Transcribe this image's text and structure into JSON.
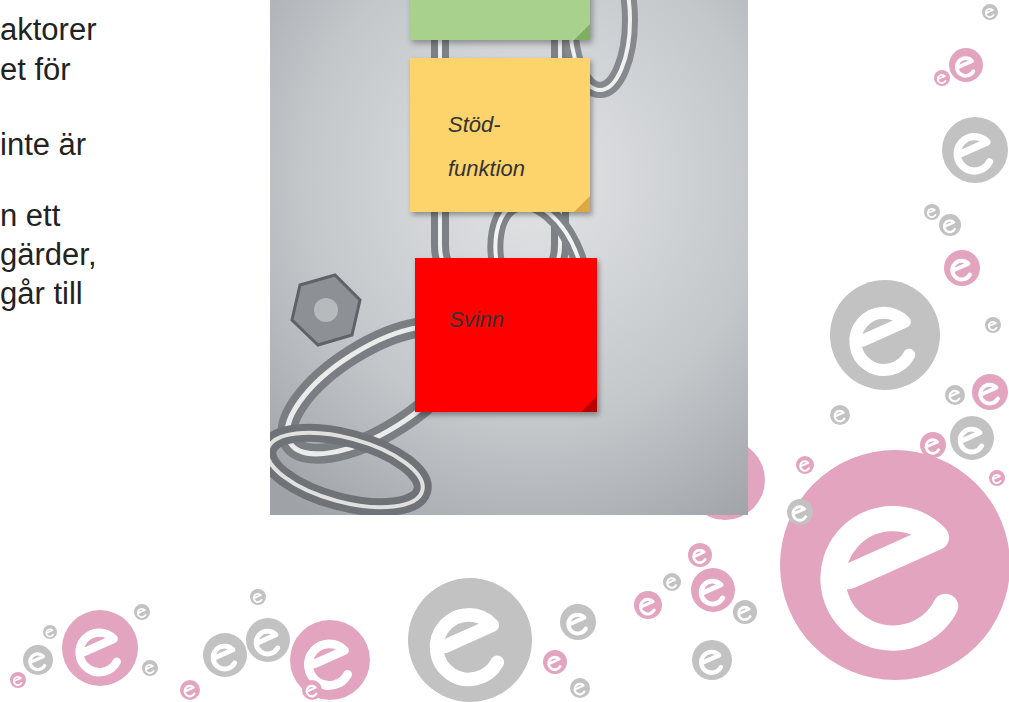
{
  "diagram": {
    "nodes": [
      {
        "text": [
          "Stöd- funktion"
        ]
      },
      {
        "text": [
          "Svinn"
        ]
      }
    ],
    "labels": [
      "aktorer",
      "et för",
      "inte är",
      "n ett",
      "gärder,",
      "går till"
    ]
  }
}
